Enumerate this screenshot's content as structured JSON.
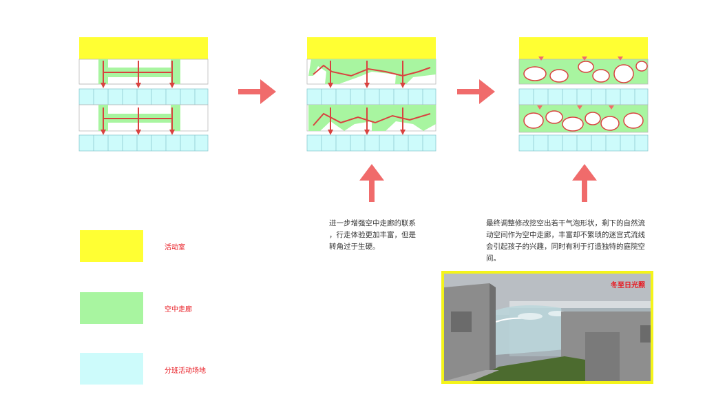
{
  "colors": {
    "activity_room": "#ffff33",
    "corridor": "#a8f5a0",
    "class_area": "#cdfbfb",
    "arrow": "#f06b6b",
    "path": "#d9423f",
    "frame": "#f4f41a"
  },
  "legend": [
    {
      "label": "活动室",
      "color": "#ffff33"
    },
    {
      "label": "空中走廊",
      "color": "#a8f5a0"
    },
    {
      "label": "分班活动场地",
      "color": "#cdfbfb"
    }
  ],
  "descriptions": {
    "step2": "进一步增强空中走廊的联系\n，行走体验更加丰富，但是\n转角过于生硬。",
    "step3": "最终调整修改挖空出若干气泡形状，剩下的自然流\n动空间作为空中走廊，丰富却不繁琐的迷宫式流线\n会引起孩子的兴趣，同时有利于打造独特的庭院空\n间。"
  },
  "photo": {
    "caption": "冬至日光照"
  }
}
